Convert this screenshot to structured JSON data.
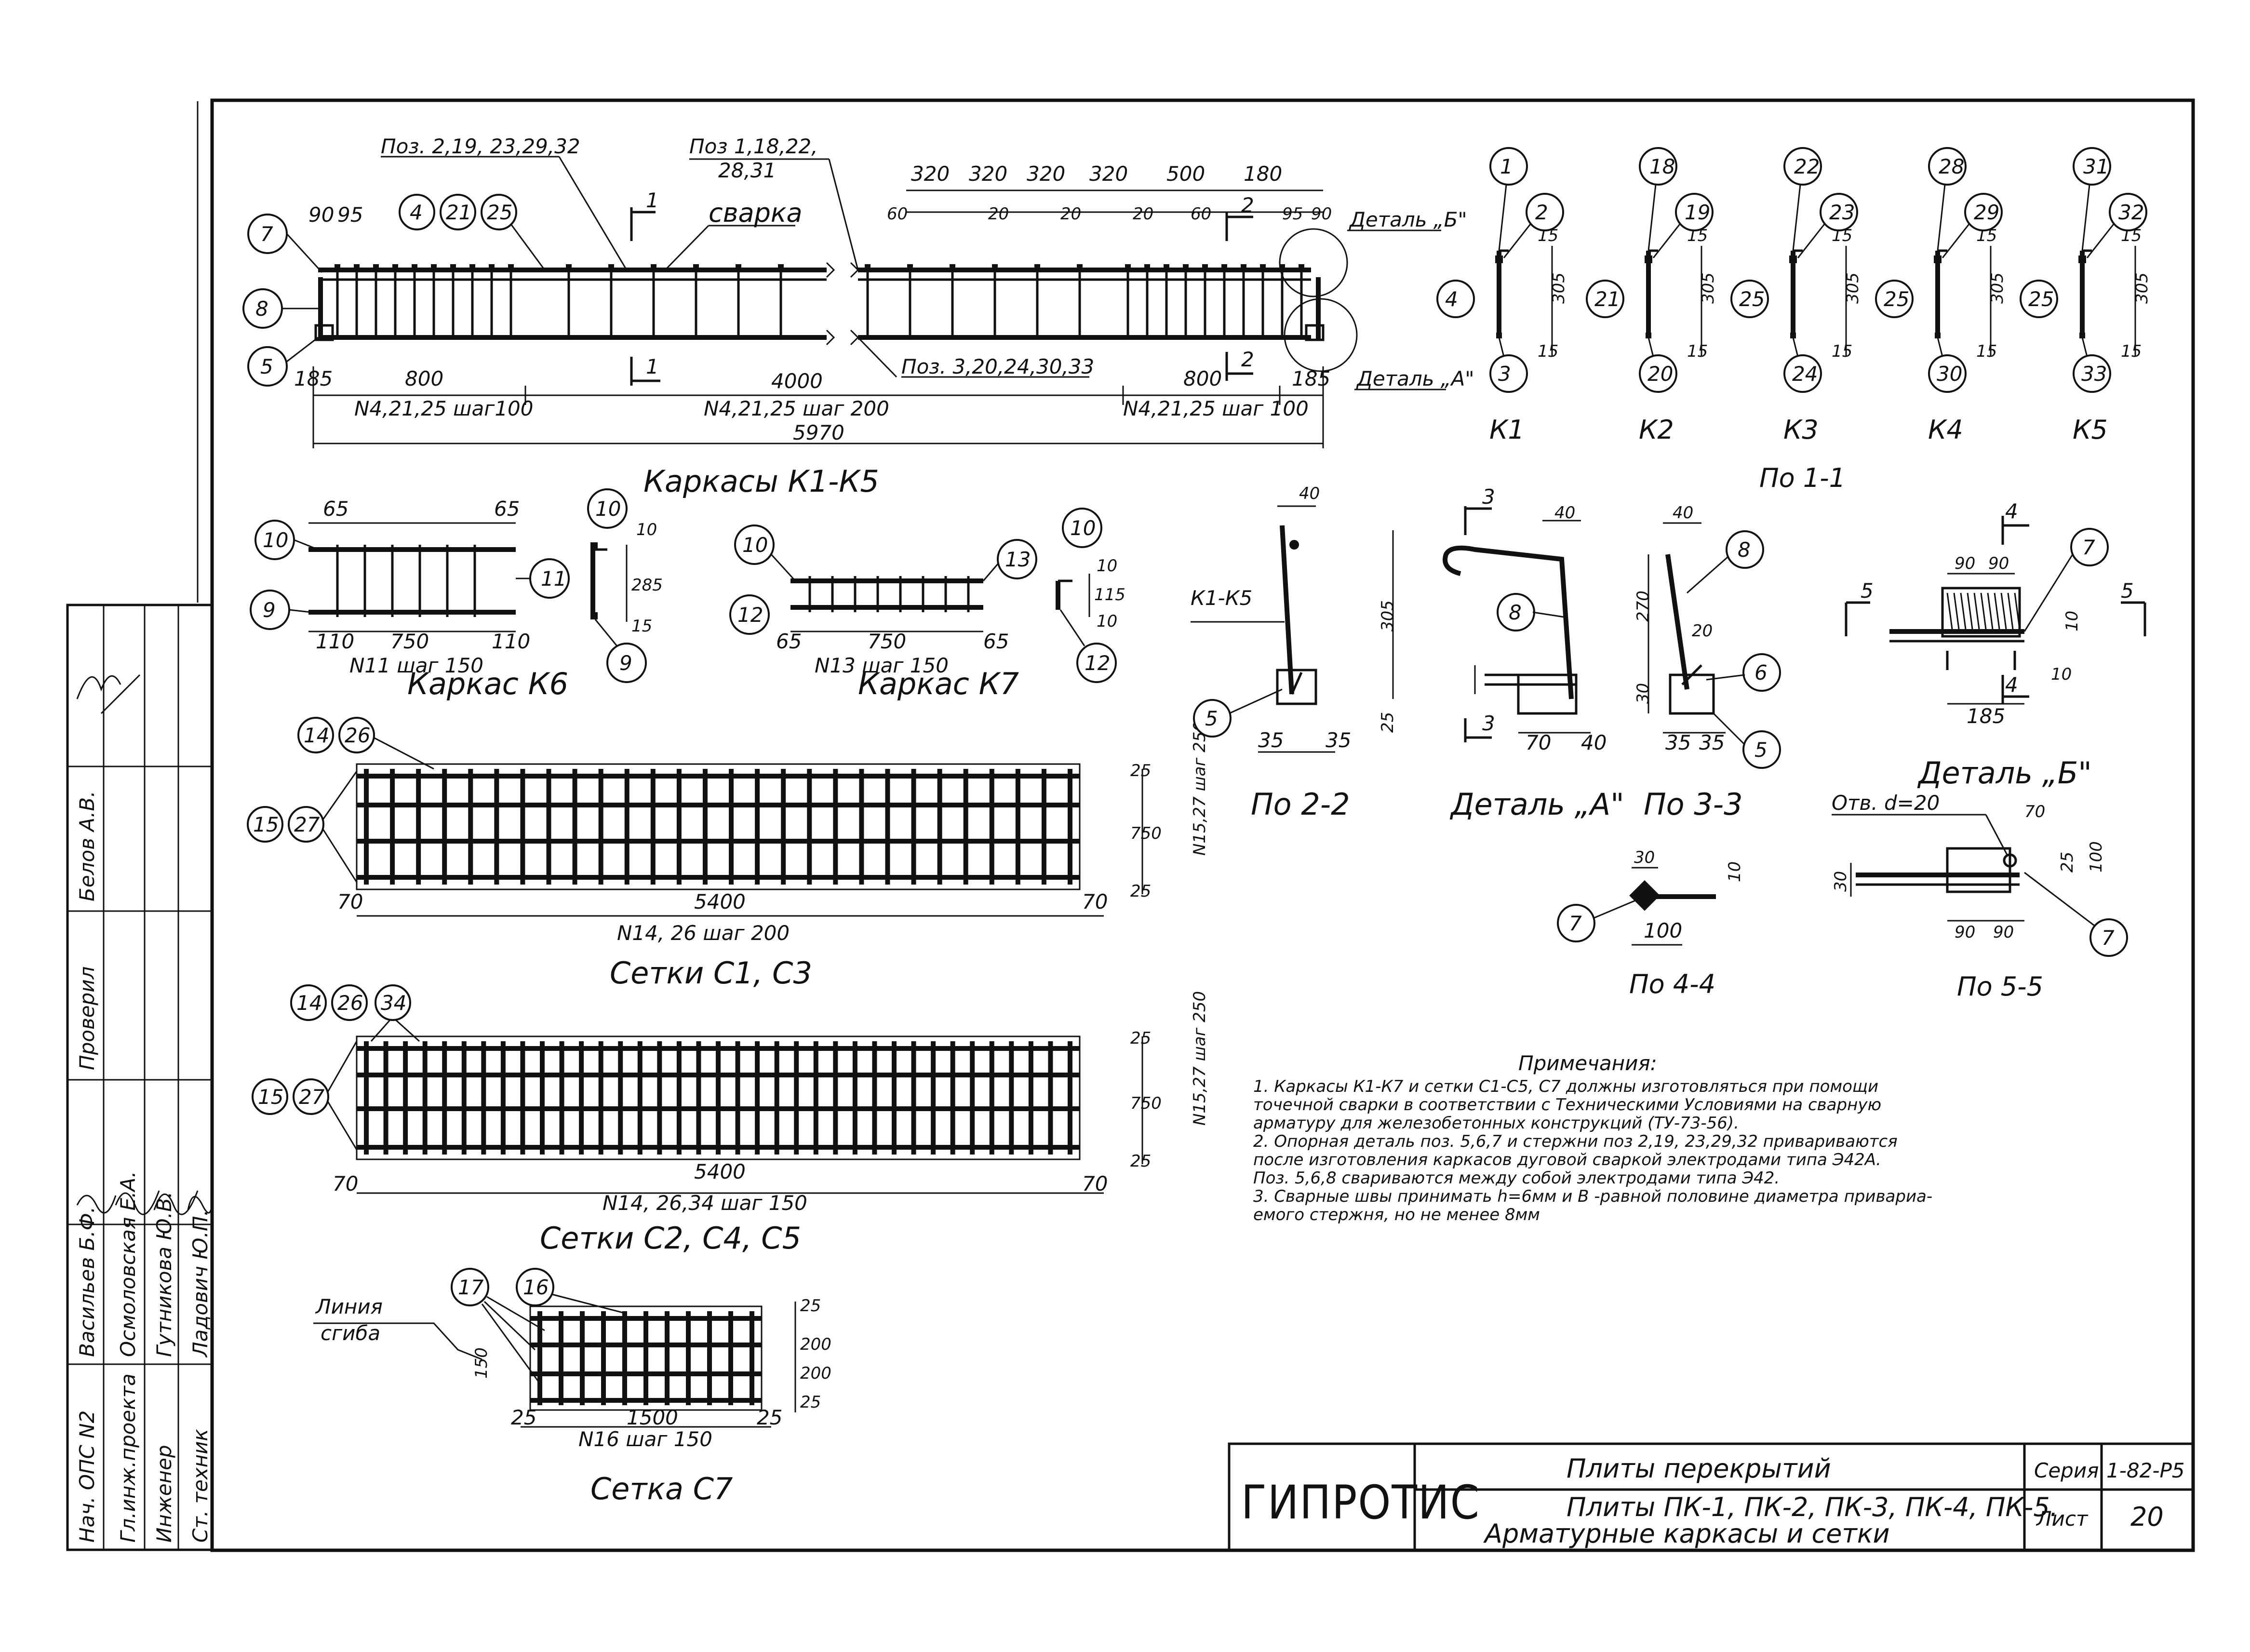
{
  "frame_title": {
    "title_line1": "Каркасы  К1-К5",
    "pos_top_left": "Поз. 2,19, 23,29,32",
    "pos_top_mid_1": "Поз 1,18,22,",
    "pos_top_mid_2": "28,31",
    "pos_bottom": "Поз. 3,20,24,30,33",
    "svarka": "сварка",
    "detail_b_ref": "Деталь „Б\"",
    "detail_a_ref": "Деталь „А\"",
    "dim_90": "90",
    "dim_95": "95",
    "dim_185": "185",
    "dim_800": "800",
    "dim_4000": "4000",
    "dim_5970": "5970",
    "step_left": "N4,21,25 шаг100",
    "step_mid": "N4,21,25 шаг 200",
    "step_right": "N4,21,25 шаг 100",
    "top_dims": [
      "320",
      "320",
      "320",
      "320",
      "500",
      "180"
    ],
    "small_dims": [
      "60",
      "20",
      "20",
      "20",
      "60",
      "95",
      "90"
    ],
    "sec1_mark": "1",
    "sec2_mark": "2",
    "callouts": [
      "7",
      "4",
      "21",
      "25",
      "8",
      "5"
    ]
  },
  "sections_k": {
    "labels": [
      "К1",
      "К2",
      "К3",
      "К4",
      "К5"
    ],
    "top": [
      "1",
      "18",
      "22",
      "28",
      "31"
    ],
    "right": [
      "2",
      "19",
      "23",
      "29",
      "32"
    ],
    "left": [
      "4",
      "21",
      "25",
      "25",
      "25"
    ],
    "bottom": [
      "3",
      "20",
      "24",
      "30",
      "33"
    ],
    "dim_305": "305",
    "dim_15": "15",
    "caption": "По 1-1"
  },
  "k6": {
    "caption": "Каркас К6",
    "dims": [
      "65",
      "65",
      "110",
      "750",
      "110"
    ],
    "step": "N11 шаг 150",
    "callouts": [
      "10",
      "9",
      "11",
      "10",
      "9"
    ],
    "sec_dims": [
      "10",
      "285",
      "15"
    ]
  },
  "k7": {
    "caption": "Каркас К7",
    "dims": [
      "65",
      "750",
      "65"
    ],
    "step": "N13 шаг 150",
    "callouts": [
      "10",
      "12",
      "13",
      "10",
      "12"
    ],
    "sec_dims": [
      "10",
      "115",
      "10"
    ]
  },
  "mesh_c1": {
    "caption": "Сетки С1, С3",
    "callouts": [
      "14",
      "26",
      "15",
      "27"
    ],
    "dims": [
      "70",
      "5400",
      "70"
    ],
    "step": "N14, 26 шаг 200",
    "side_dims": [
      "25",
      "750",
      "25"
    ],
    "side_step": "N15,27 шаг 250"
  },
  "mesh_c2": {
    "caption": "Сетки  С2, С4, С5",
    "callouts": [
      "14",
      "26",
      "34",
      "15",
      "27"
    ],
    "dims": [
      "70",
      "5400",
      "70"
    ],
    "step": "N14, 26,34 шаг 150",
    "side_dims": [
      "25",
      "750",
      "25"
    ],
    "side_step": "N15,27 шаг 250"
  },
  "mesh_c7": {
    "caption": "Сетка С7",
    "callouts": [
      "17",
      "16"
    ],
    "line_label_1": "Линия",
    "line_label_2": "сгиба",
    "dims": [
      "25",
      "1500",
      "25"
    ],
    "step": "N16 шаг 150",
    "side_dims": [
      "25",
      "200",
      "200",
      "25"
    ],
    "dim_150": "150"
  },
  "sec22": {
    "caption": "По 2-2",
    "label": "К1-К5",
    "dims": [
      "40",
      "305",
      "25",
      "35",
      "35"
    ],
    "callout": "5"
  },
  "detail_a": {
    "caption": "Деталь „А\"",
    "dims": [
      "40",
      "70",
      "40"
    ],
    "callout": "8",
    "sec_mark": "3"
  },
  "sec33": {
    "caption": "По 3-3",
    "dims": [
      "40",
      "270",
      "20",
      "30",
      "35",
      "35"
    ],
    "callouts": [
      "8",
      "6",
      "5"
    ]
  },
  "detail_b": {
    "caption": "Деталь „Б\"",
    "dims": [
      "90",
      "90",
      "10",
      "10",
      "185"
    ],
    "callout": "7",
    "sec_mark4": "4",
    "sec_mark5": "5"
  },
  "sec44": {
    "caption": "По 4-4",
    "dims": [
      "30",
      "10",
      "100"
    ],
    "callout": "7"
  },
  "sec55": {
    "caption": "По 5-5",
    "hole": "Отв. d=20",
    "dims": [
      "70",
      "30",
      "25",
      "100",
      "90",
      "90"
    ],
    "callout": "7"
  },
  "notes": {
    "header": "Примечания:",
    "lines": [
      "1. Каркасы  К1-К7  и  сетки  С1-С5, С7   должны  изготовляться  при  помощи",
      "    точечной  сварки  в соответствии  с Техническими  Условиями на  сварную",
      "    арматуру  для  железобетонных  конструкций  (ТУ-73-56).",
      "2. Опорная  деталь  поз.  5,6,7  и  стержни  поз  2,19, 23,29,32   привариваются",
      "    после  изготовления  каркасов  дуговой  сваркой  электродами  типа  Э42А.",
      "    Поз. 5,6,8  свариваются  между  собой  электродами  типа  Э42.",
      "3. Сварные  швы  принимать  h=6мм и  В -равной  половине  диаметра  привариа-",
      "    емого  стержня, но не менее 8мм"
    ]
  },
  "side_stamp": {
    "roles": [
      "Нач. ОПС N2",
      "Гл.инж.проекта",
      "Инженер",
      "Ст. техник"
    ],
    "names": [
      "Васильев Б.Ф.",
      "Осмоловская Е.А.",
      "Гутникова Ю.В.",
      "Ладович Ю.П."
    ],
    "checked_role": "Проверил",
    "checked_name": "Белов  А.В."
  },
  "title_block": {
    "logo": "ГИПРОТИС",
    "title1": "Плиты  перекрытий",
    "title2": "Плиты  ПК-1, ПК-2, ПК-3, ПК-4, ПК-5.",
    "title3": "Арматурные  каркасы  и  сетки",
    "series_label": "Серия",
    "series_value": "1-82-Р5",
    "sheet_label": "Лист",
    "sheet_value": "20"
  }
}
